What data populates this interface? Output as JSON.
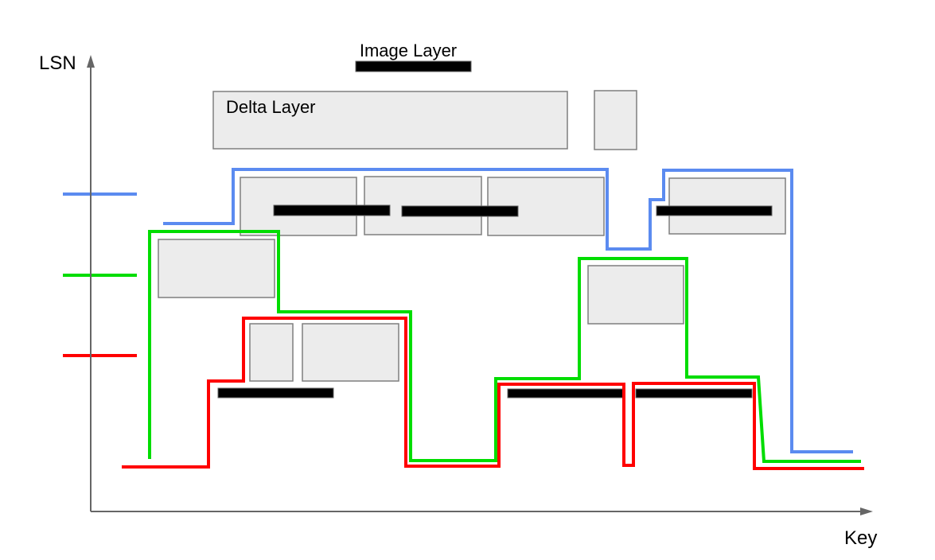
{
  "labels": {
    "y_axis": "LSN",
    "x_axis": "Key",
    "image_layer": "Image Layer",
    "delta_layer": "Delta Layer"
  },
  "colors": {
    "blue": "#5b8bf0",
    "green": "#00dd00",
    "red": "#ff0000",
    "axis": "#666666",
    "box_fill": "#ececec",
    "box_border": "#7f7f7f",
    "image_bar": "#000000"
  },
  "lsn_marks": {
    "tick_order_top_to_bottom": [
      "blue",
      "green",
      "red"
    ]
  }
}
